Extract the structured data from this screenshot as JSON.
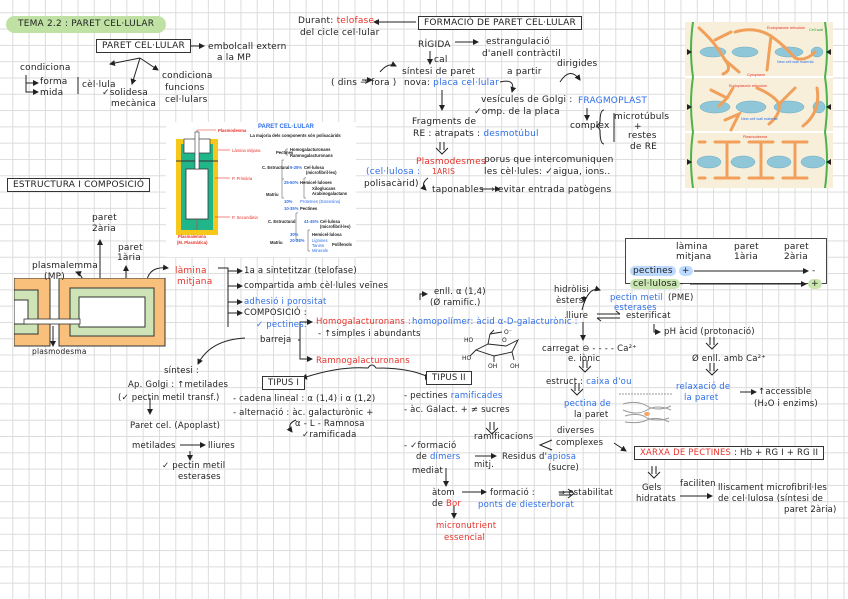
{
  "header": {
    "title": "TEMA 2.2 : PARET CEL·LULAR",
    "accent_color": "#bfe2a4"
  },
  "intro": {
    "main_box": "PARET CEL·LULAR",
    "definition": [
      "embolcall extern",
      "a la MP"
    ],
    "conditions_shape": "condiciona",
    "forma": "forma",
    "mida": "mida",
    "cellula": "cèl·lula",
    "solidesa": [
      "✓solidesa",
      "mecànica"
    ],
    "funcions": [
      "condiciona",
      "funcions",
      "cel·lulars"
    ]
  },
  "formacio": {
    "box": "FORMACIÓ DE PARET CEL·LULAR",
    "durant": "Durant:",
    "telofase": "telofase",
    "cicle": "del cicle cel·lular",
    "rigida": "RÍGIDA",
    "estrangulacio": [
      "estrangulació",
      "d'anell contràctil"
    ],
    "cal": "cal",
    "sintesi": "síntesi de paret",
    "nova": "nova:",
    "placa": "placa cel·lular",
    "dins_fora": "( dins → fora )",
    "a_partir": "a partir",
    "dirigides": "dirigides",
    "vesicules": "vesícules de Golgi :",
    "omp": "✓omp. de la placa",
    "fragmoplast": "FRAGMOPLAST",
    "complex": "complex :",
    "microtubuls": "microtúbuls",
    "plus": "+",
    "restes": [
      "restes",
      "de RE"
    ],
    "fragments": "Fragments de",
    "re": "RE : atrapats :",
    "desmotubul": "desmotúbul",
    "plasmodesmes": "Plasmodesmes",
    "narrow": "1ARIS",
    "porus": "porus que intercomuniquen",
    "cellules": "les cèl·lules: ✓aigua, ions..",
    "cellulosa": "(cel·lulosa :",
    "polisacarid": "polisacàrid)",
    "taponables": "taponables → evitar entrada patògens"
  },
  "figure_scheme": {
    "title": "PARET CEL·LULAR",
    "subtitle": "La majoria dels components són polisacàrids",
    "labels": {
      "plasmodesma": "Plasmodesma",
      "lamina": "Làmina mitjana",
      "primaria": "P. Primària",
      "secundaria": "P. Secundària",
      "plasmalemma": "Plasmalemma",
      "m_plasm": "(M. Plasmàtica)"
    },
    "rows": {
      "pectines": "Pectines",
      "homo": "Homogalacturonans",
      "ramno": "Ramnogalacturonans",
      "c_estr1": "C. Estructural",
      "pct1": "9-25%",
      "cel1": "Cel·lulosa",
      "micro1": "(microfibril·les)",
      "matriu1": "Matriu",
      "pct2": "25-50%",
      "hemi1": "Hemicel·luloses",
      "xilo": "Xiloglucans",
      "arabino": "Arabinogalactans",
      "pct3": "10%",
      "prot": "Proteïnes (Extensina)",
      "pct4": "10-35%",
      "pect2": "Pectines",
      "c_estr2": "C. Estructural",
      "pct5": "41-45%",
      "cel2": "Cel·lulosa",
      "micro2": "(microfibril·les)",
      "matriu2": "Matriu",
      "pct6": "30%",
      "hemi2": "Hemicel·lulosa",
      "pct7": "20-28%",
      "lign": "Lignines",
      "tan": "Tanins",
      "min": "Minerals",
      "polif": "Polifenols"
    }
  },
  "figure_er": {
    "labels": {
      "er1": "Endoplasmic reticulum",
      "wall": "Cell wall",
      "new1": "New cell wall material",
      "cyto": "Cytoplasm",
      "er2": "Endoplasmic reticulum",
      "new2": "New cell wall material",
      "plasmo": "Plasmodesma"
    }
  },
  "table": {
    "columns": [
      "làmina mitjana",
      "paret 1ària",
      "paret 2ària"
    ],
    "rows": [
      {
        "label": "pectines",
        "start": "+",
        "end": "-"
      },
      {
        "label": "cel·lulosa",
        "start": "-",
        "end": "+"
      }
    ]
  },
  "estructura": {
    "box": "ESTRUCTURA I COMPOSICIÓ",
    "paret2": [
      "paret",
      "2ària"
    ],
    "paret1": [
      "paret",
      "1ària"
    ],
    "plasmalemma": [
      "plasmalemma",
      "(MP)"
    ],
    "lamina": [
      "làmina",
      "mitjana"
    ],
    "plasmodesma": "plasmodesma"
  },
  "lamina_items": {
    "i1": "1a a sintetitzar (telofase)",
    "i2": "compartida amb cèl·lules veïnes",
    "i3": "adhesió i porositat",
    "i4": "COMPOSICIÓ :",
    "pectines": "✓ pectines:",
    "barreja": "barreja",
    "homogal": "Homogalacturonans :",
    "homopolimer": "homopolímer: àcid α-D-galacturònic :",
    "simples": "- ↑simples i abundants",
    "ramno": "Ramnogalacturonans",
    "enll": "enll. α (1,4)",
    "noramif": "(Ø ramific.)",
    "molecule": [
      "HO",
      "O",
      "O⁻",
      "HO",
      "OH",
      "OH"
    ]
  },
  "sintesi": {
    "title": "síntesi :",
    "golgi": "Ap. Golgi : ↑metilades",
    "transf": "(✓ pectin metil transf.)",
    "paret": "Paret cel. (Apoplast)",
    "metilades": "metilades",
    "lliures": "lliures",
    "esterases": [
      "✓ pectin metil",
      "esterases"
    ]
  },
  "tipus1": {
    "title": "TIPUS I",
    "l1": "- cadena lineal : α (1,4) i α (1,2)",
    "l2": "- alternació : àc. galacturònic +",
    "l3": "α - L - Ramnosa",
    "l4": "✓ramificada"
  },
  "tipus2": {
    "title": "TIPUS II",
    "l1": "- pectines",
    "ramificades": "ramificades",
    "l2": "- àc. Galact. + ≠ sucres",
    "ramificacions": "ramificacions",
    "diverses": "diverses",
    "complexes": "complexes",
    "formacio": "- ✓formació",
    "de": "de",
    "dimers": "dímers",
    "residus": "Residus d'",
    "apiosa": "apiosa",
    "sucre": "(sucre)",
    "mitj": "mitj.",
    "mediat": "mediat",
    "atom": "àtom",
    "de_bor": "de",
    "bor": "Bor",
    "formacio2": "formació :",
    "ponts": "ponts de diesterborat",
    "estabilitat": "⇒ estabilitat",
    "micro": [
      "micronutrient",
      "essencial"
    ]
  },
  "esterif": {
    "hidrolisi": [
      "hidròlisi",
      "èsters"
    ],
    "pme": "pectin metil",
    "esterases": "esterases",
    "pme_abbr": "(PME)",
    "lliure": "lliure",
    "esterificat": "esterificat",
    "ph": "pH àcid (protonació)",
    "carregat": "carregat ⊖ - - - - Ca²⁺",
    "ionic": "e. iònic",
    "noenll": "Ø enll. amb Ca²⁺",
    "estruct": "estruct :",
    "caixa": "caixa d'ou",
    "pectina": [
      "pectina de",
      "la paret"
    ],
    "relaxacio": [
      "relaxació de",
      "la paret"
    ],
    "accessible": "↑accessible",
    "h2o": "(H₂O i enzims)"
  },
  "xarxa": {
    "title": "XARXA DE PECTINES",
    "comp": ": Hb + RG I + RG II",
    "gels": [
      "Gels",
      "hidratats"
    ],
    "faciliten": "faciliten",
    "result": [
      "lliscament microfibril·les",
      "de cel·lulosa (síntesi de",
      "paret 2ària)"
    ]
  }
}
